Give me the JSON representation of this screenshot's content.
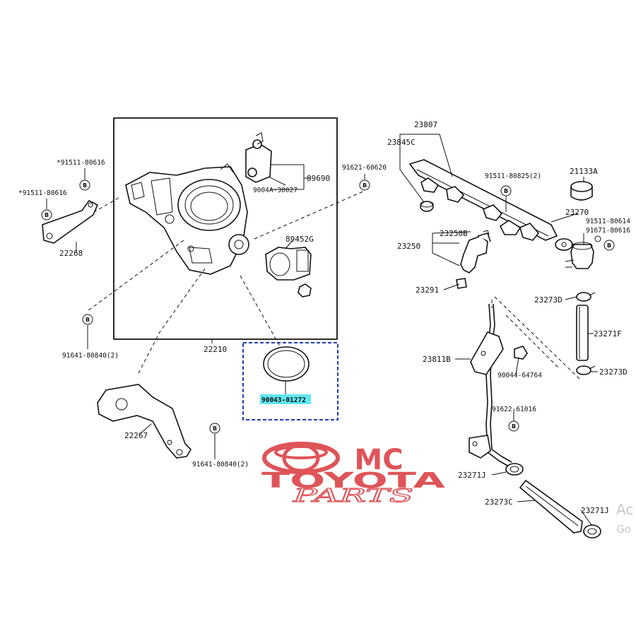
{
  "parts": {
    "p23807": "23807",
    "p23845c": "23845C",
    "p91511_80825": "91511-80825(2)",
    "p21133a": "21133A",
    "p23270": "23270",
    "p91511_80614": "91511-80614",
    "p91671_80616": "91671-80616",
    "p23250b": "23250B",
    "p23250": "23250",
    "p23291": "23291",
    "p23273d_a": "23273D",
    "p23271f": "23271F",
    "p23273d_b": "23273D",
    "p23811b": "23811B",
    "p90044_64764": "90044-64764",
    "p91622_61016": "91622-61016",
    "p23271j_a": "23271J",
    "p23273c": "23273C",
    "p23271j_b": "23271J",
    "p91511_80616_a": "*91511-80616",
    "p91511_80616_b": "*91511-80616",
    "p22268": "22268",
    "p91641_80840_a": "91641-80840(2)",
    "p89690": "89690",
    "p9004a_30027": "9004A-30027",
    "p91621_60620": "91621-60620",
    "p89452g": "89452G",
    "p22210": "22210",
    "p90043_01272": "90043-01272",
    "p22267": "22267",
    "p91641_80840_b": "91641-80840(2)"
  },
  "bolt_marker": "B",
  "watermark": {
    "brand": "MC",
    "line1": "TOYOTA",
    "line2": "PARTS",
    "color": "#d9373c"
  },
  "os_overlay": {
    "line1": "Ac",
    "line2": "Go"
  },
  "highlight_color": "#5fe7f0",
  "group_box_color": "#1f3fb0"
}
